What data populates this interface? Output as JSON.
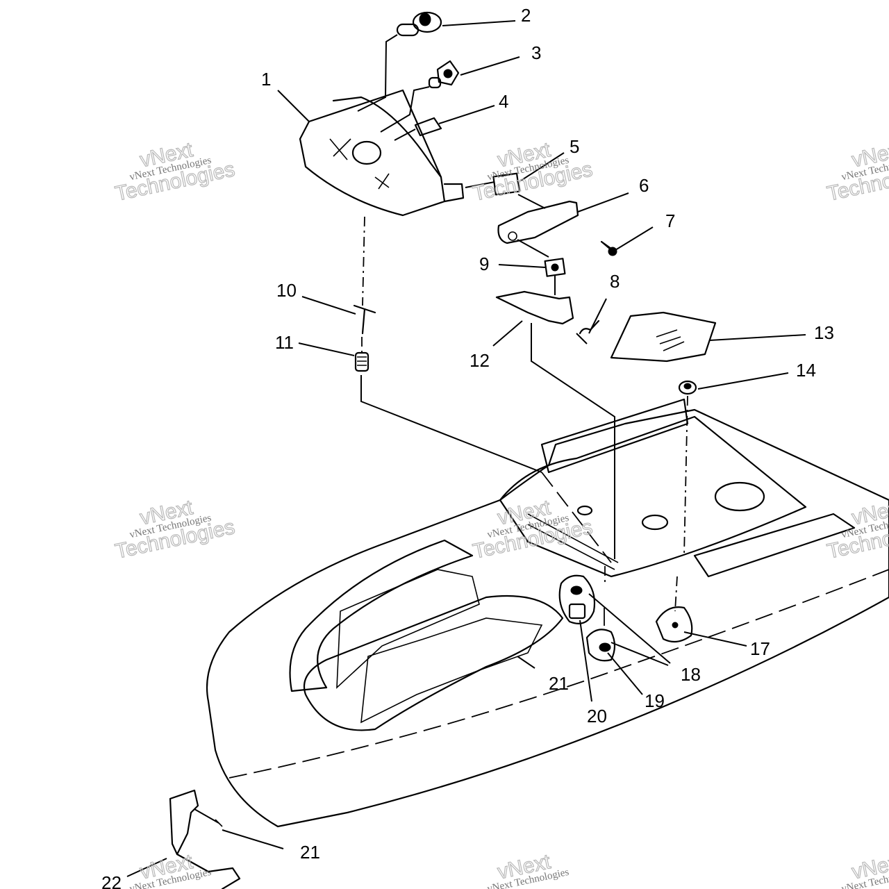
{
  "callouts": [
    {
      "label": "1"
    },
    {
      "label": "2"
    },
    {
      "label": "3"
    },
    {
      "label": "4"
    },
    {
      "label": "5"
    },
    {
      "label": "6"
    },
    {
      "label": "7"
    },
    {
      "label": "8"
    },
    {
      "label": "9"
    },
    {
      "label": "10"
    },
    {
      "label": "11"
    },
    {
      "label": "12"
    },
    {
      "label": "13"
    },
    {
      "label": "14"
    },
    {
      "label": "17"
    },
    {
      "label": "18"
    },
    {
      "label": "19"
    },
    {
      "label": "20"
    },
    {
      "label": "21"
    },
    {
      "label": "21"
    },
    {
      "label": "22"
    }
  ],
  "watermark": {
    "line_small": "vNext Technologies",
    "word_top": "vNext",
    "word_bottom": "Technologies"
  }
}
